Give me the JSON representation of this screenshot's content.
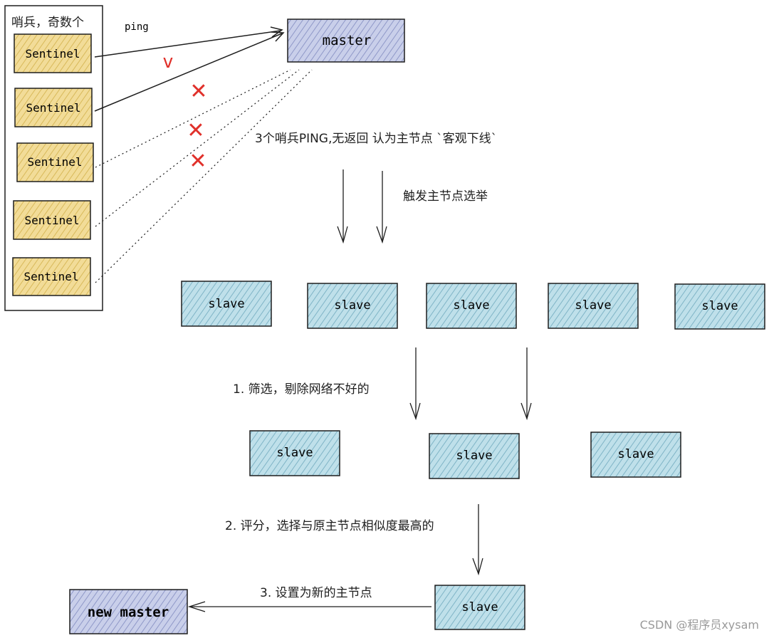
{
  "sentinel_group": {
    "title": "哨兵，奇数个",
    "sentinels": [
      "Sentinel",
      "Sentinel",
      "Sentinel",
      "Sentinel",
      "Sentinel"
    ]
  },
  "master": {
    "label": "master"
  },
  "ping": {
    "label": "ping",
    "ok_mark": "v",
    "fail_mark": "✕"
  },
  "steps": {
    "objective_down": "3个哨兵PING,无返回  认为主节点 `客观下线`",
    "trigger_election": "触发主节点选举",
    "filter": "1. 筛选，剔除网络不好的",
    "score": "2. 评分，选择与原主节点相似度最高的",
    "promote": "3. 设置为新的主节点"
  },
  "slaves_row1": [
    "slave",
    "slave",
    "slave",
    "slave",
    "slave"
  ],
  "slaves_row2": [
    "slave",
    "slave",
    "slave"
  ],
  "selected_slave": {
    "label": "slave"
  },
  "new_master": {
    "label": "new master"
  },
  "watermark": "CSDN @程序员xysam",
  "colors": {
    "sentinel_fill": "#f2dc98",
    "master_fill": "#c5cbe8",
    "slave_fill": "#b9dde8",
    "cross": "#e0302a",
    "stroke": "#1e1e1e"
  }
}
